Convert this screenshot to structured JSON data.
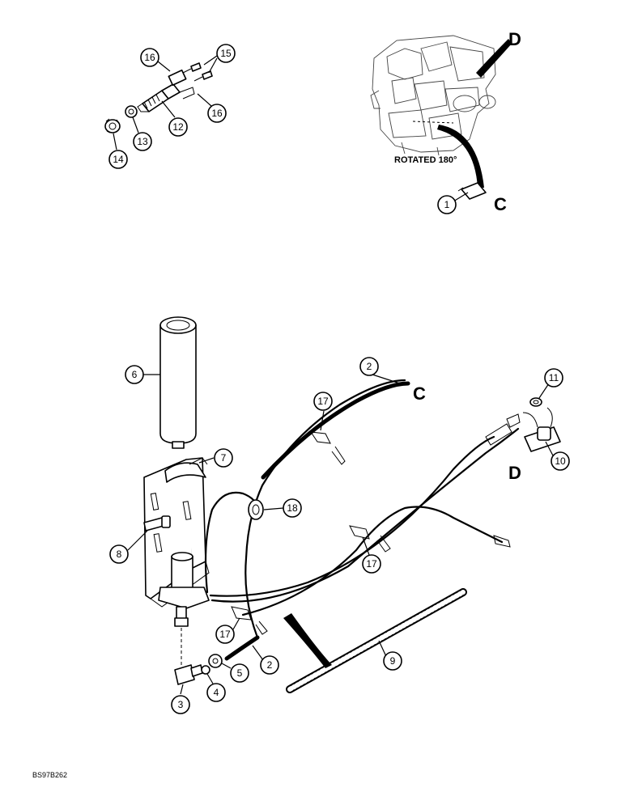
{
  "callouts": {
    "c1": "1",
    "c2a": "2",
    "c2b": "2",
    "c3": "3",
    "c4": "4",
    "c5": "5",
    "c6": "6",
    "c7": "7",
    "c8": "8",
    "c9": "9",
    "c10": "10",
    "c11": "11",
    "c12": "12",
    "c13": "13",
    "c14": "14",
    "c15": "15",
    "c16a": "16",
    "c16b": "16",
    "c17a": "17",
    "c17b": "17",
    "c17c": "17",
    "c18": "18"
  },
  "letters": {
    "d_top": "D",
    "c_top": "C",
    "c_wire": "C",
    "d_switch": "D"
  },
  "notes": {
    "rotated": "ROTATED 180°"
  },
  "figure_code": "BS97B262"
}
